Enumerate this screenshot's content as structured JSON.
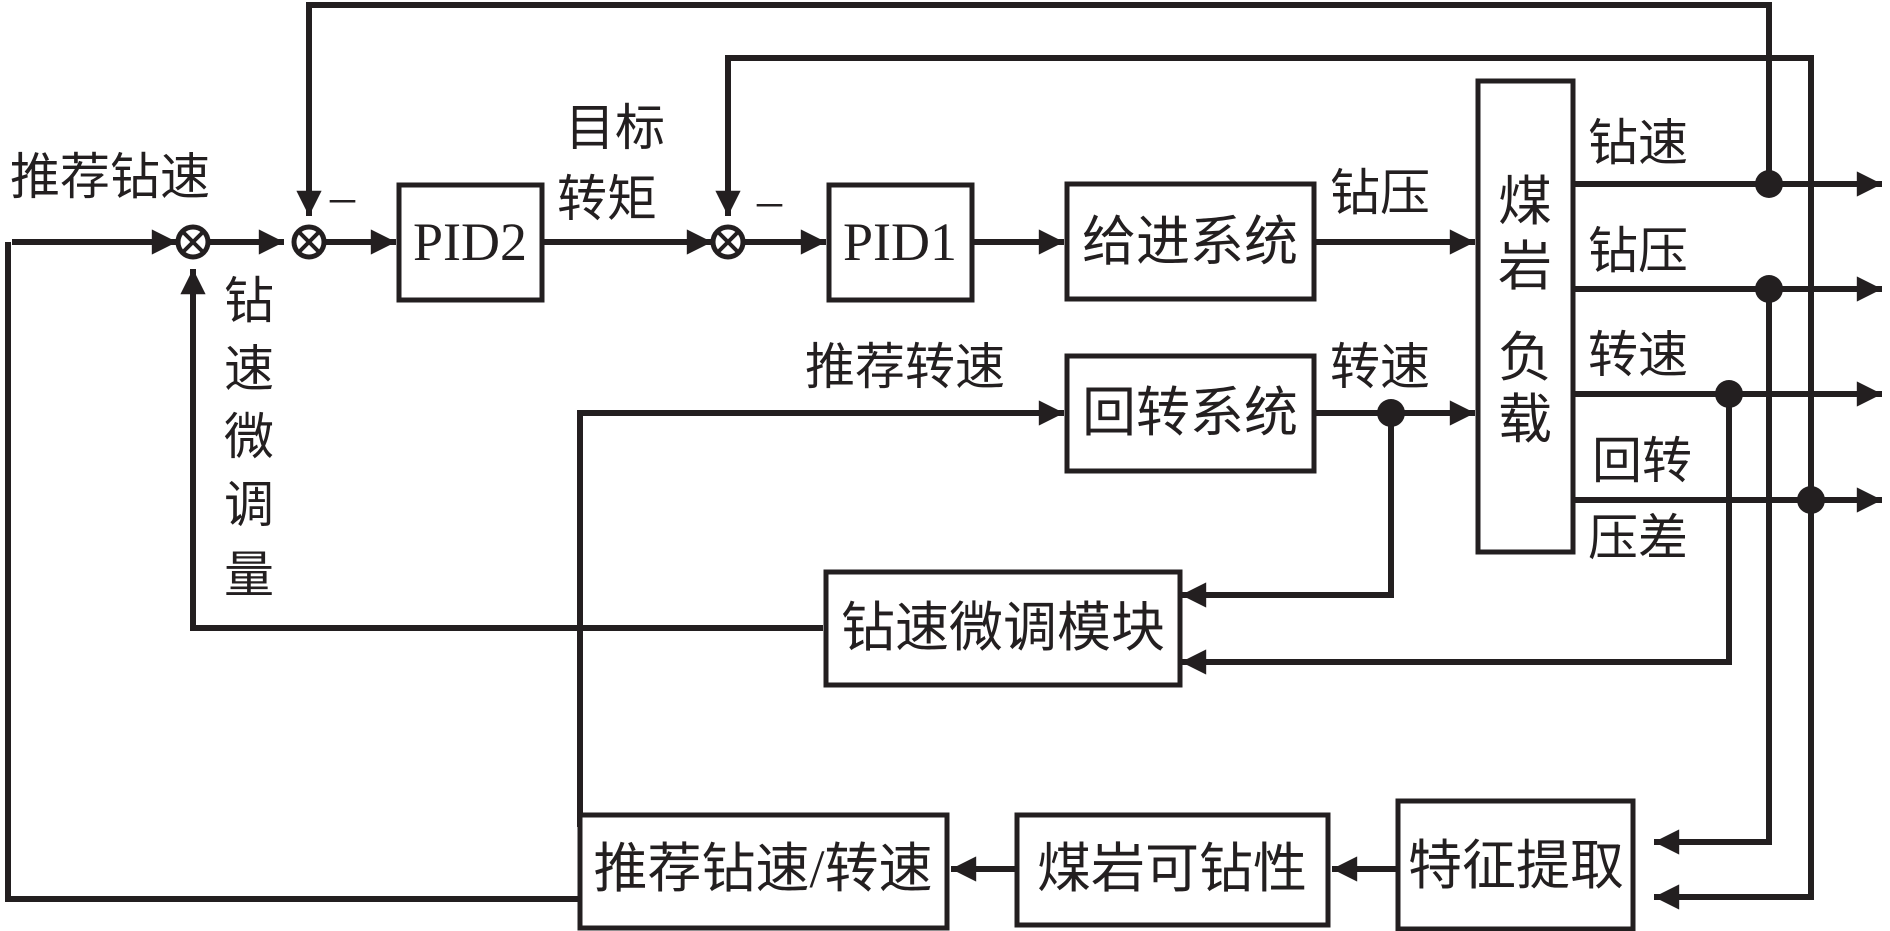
{
  "blocks": {
    "pid2": "PID2",
    "pid1": "PID1",
    "feed_system": "给进系统",
    "rotary_system": "回转系统",
    "coal_rock_load": [
      "煤",
      "岩",
      "负",
      "载"
    ],
    "speed_tuning_module": "钻速微调模块",
    "feature_extraction": "特征提取",
    "drillability": "煤岩可钻性",
    "recommend_speeds": "推荐钻速/转速"
  },
  "labels": {
    "recommended_drill_speed": "推荐钻速",
    "target_torque_line1": "目标",
    "target_torque_line2": "转矩",
    "drill_pressure_in": "钻压",
    "recommended_rotation": "推荐转速",
    "rotation_speed_in": "转速",
    "speed_adjust": [
      "钻",
      "速",
      "微",
      "调",
      "量"
    ],
    "minus1": "–",
    "minus2": "–",
    "out_drill_speed": "钻速",
    "out_drill_pressure": "钻压",
    "out_rotation_speed": "转速",
    "out_rotary_pressure_line1": "回转",
    "out_rotary_pressure_line2": "压差"
  }
}
